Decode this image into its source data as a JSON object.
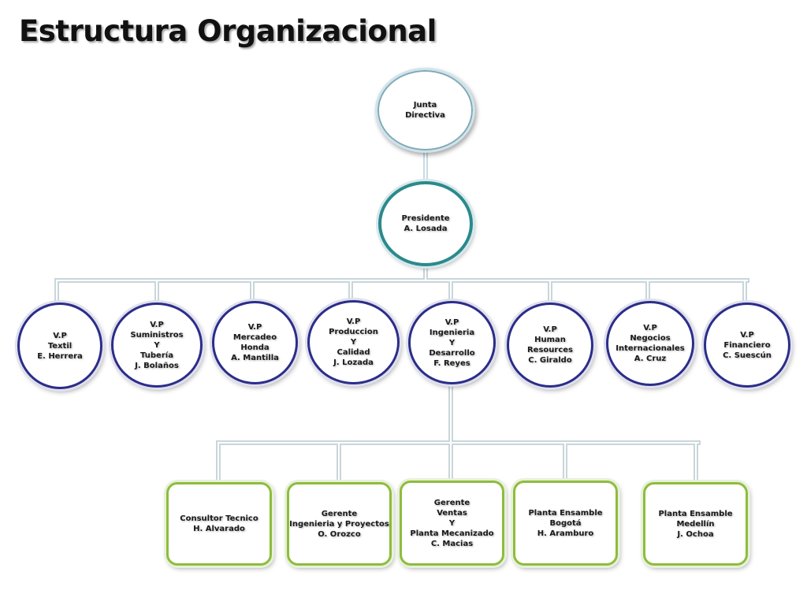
{
  "title": "Estructura Organizacional",
  "board": "Junta\nDirectiva",
  "president": "Presidente\nA. Losada",
  "vps": [
    "V.P\nTextil\nE. Herrera",
    "V.P\nSuministros\nY\nTubería\nJ. Bolaños",
    "V.P\nMercadeo\nHonda\nA. Mantilla",
    "V.P\nProduccion\nY\nCalidad\nJ. Lozada",
    "V.P\nIngenieria\nY\nDesarrollo\nF. Reyes",
    "V.P\nHuman\nResources\nC. Giraldo",
    "V.P\nNegocios\nInternacionales\nA. Cruz",
    "V.P\nFinanciero\nC. Suescún"
  ],
  "managers": [
    "Consultor Tecnico\nH. Alvarado",
    "Gerente\nIngenieria y Proyectos\nO. Orozco",
    "Gerente\nVentas\nY\nPlanta Mecanizado\nC. Macias",
    "Planta Ensamble\nBogotá\nH. Aramburo",
    "Planta Ensamble\nMedellín\nJ. Ochoa"
  ]
}
